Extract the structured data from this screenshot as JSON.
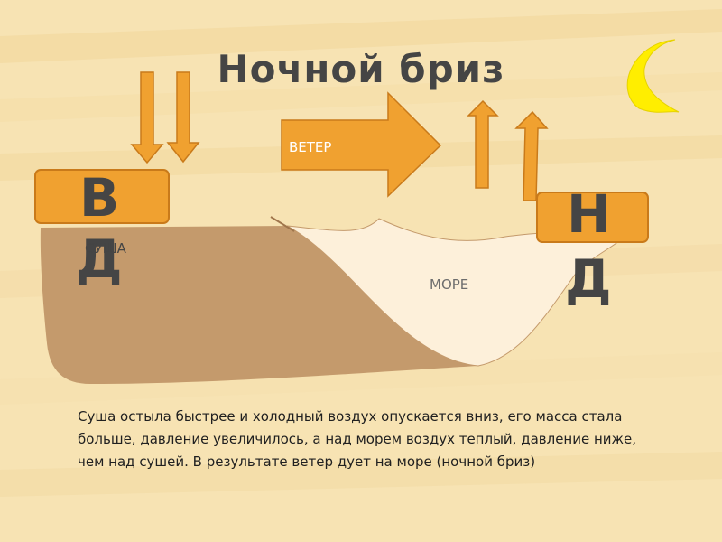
{
  "slide": {
    "title": "Ночной бриз",
    "wind_label": "ВЕТЕР",
    "left_pressure_top": "В",
    "left_pressure_bottom": "Д",
    "right_pressure_top": "Н",
    "right_pressure_bottom": "Д",
    "land_label": "СУША",
    "sea_label": "МОРЕ",
    "description": "Суша остыла быстрее и холодный воздух опускается вниз, его масса стала больше, давление увеличилось, а над морем воздух теплый, давление ниже, чем над сушей. В результате ветер дует на море (ночной бриз)"
  },
  "colors": {
    "background": "#f7e3b3",
    "arrow_fill": "#f0a130",
    "arrow_stroke": "#c97a1a",
    "land": "#c49a6c",
    "sea": "#fdf0da",
    "moon": "#ffee00",
    "text_dark": "#454545"
  },
  "icons": {
    "moon": "crescent-moon-icon",
    "down_arrows": "down-arrow-icon",
    "up_arrows": "up-arrow-icon",
    "wind_arrow": "right-arrow-icon"
  }
}
